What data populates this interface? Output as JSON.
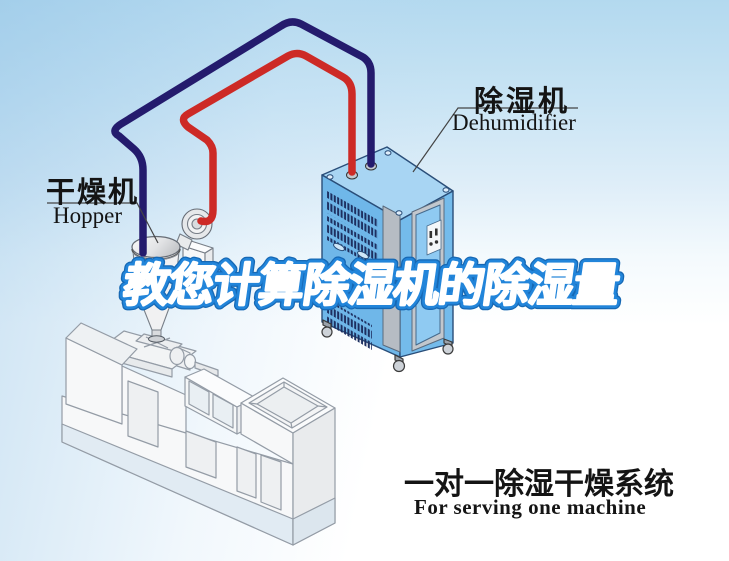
{
  "headline": {
    "text": "教您计算除湿机的除湿量",
    "fill": "#ffffff",
    "outline": "#1e7ed1"
  },
  "labels": {
    "dehumidifier": {
      "zh": "除湿机",
      "en": "Dehumidifier"
    },
    "hopper": {
      "zh": "干燥机",
      "en": "Hopper"
    }
  },
  "caption": {
    "zh": "一对一除湿干燥系统",
    "en": "For serving one machine"
  },
  "colors": {
    "hose_red": "#cd2a26",
    "hose_blue": "#241b6d",
    "machine_front": "#6fb7e9",
    "machine_top": "#a8d5f3",
    "machine_side": "#74bbeb",
    "sky": "#b3d9ef"
  }
}
